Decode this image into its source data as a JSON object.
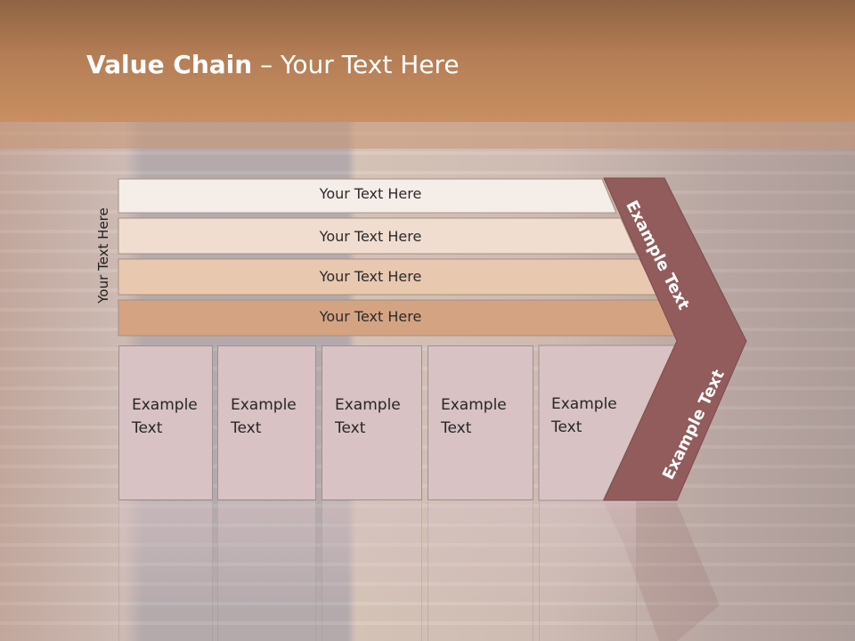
{
  "slide": {
    "title_bold": "Value Chain",
    "title_rest": " – Your Text Here",
    "side_label": "Your Text Here"
  },
  "bars": [
    {
      "label": "Your Text Here",
      "color": "#f5ede8"
    },
    {
      "label": "Your Text Here",
      "color": "#f0ddd0"
    },
    {
      "label": "Your Text Here",
      "color": "#e9c8b0"
    },
    {
      "label": "Your Text Here",
      "color": "#d4a482"
    }
  ],
  "boxes": [
    {
      "line1": "Example",
      "line2": "Text"
    },
    {
      "line1": "Example",
      "line2": "Text"
    },
    {
      "line1": "Example",
      "line2": "Text"
    },
    {
      "line1": "Example",
      "line2": "Text"
    },
    {
      "line1": "Example",
      "line2": "Text"
    }
  ],
  "chevron": {
    "upper_label": "Example Text",
    "lower_label": "Example Text",
    "color": "#925c5c"
  }
}
